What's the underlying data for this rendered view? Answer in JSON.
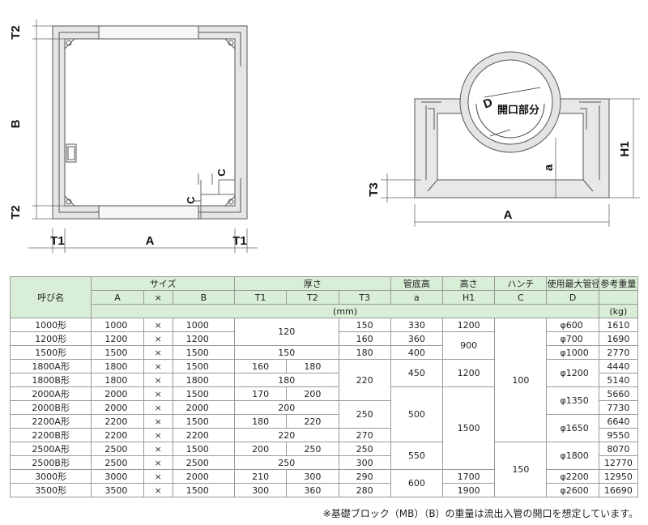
{
  "plan_view": {
    "label_T2_top": "T2",
    "label_B": "B",
    "label_T2_bottom": "T2",
    "label_T1_left": "T1",
    "label_A": "A",
    "label_T1_right": "T1",
    "label_C_a": "C",
    "label_C_b": "C"
  },
  "section_view": {
    "label_D": "D",
    "label_opening": "開口部分",
    "label_a": "a",
    "label_H1": "H1",
    "label_T3": "T3",
    "label_A": "A"
  },
  "table": {
    "header_group": {
      "name": "呼び名",
      "size": "サイズ",
      "thickness": "厚さ",
      "pipe_bottom": "管底高",
      "height": "高さ",
      "haunch": "ハンチ",
      "max_pipe": "使用最大管径",
      "weight": "参考重量"
    },
    "header_sub": {
      "A": "A",
      "x": "×",
      "B": "B",
      "T1": "T1",
      "T2": "T2",
      "T3": "T3",
      "a": "a",
      "H1": "H1",
      "C": "C",
      "D": "D"
    },
    "unit_mm": "(mm)",
    "unit_kg": "(kg)",
    "cross": "×",
    "rows": [
      {
        "name": "1000形",
        "A": "1000",
        "B": "1000",
        "weight": "1610"
      },
      {
        "name": "1200形",
        "A": "1200",
        "B": "1200",
        "weight": "1690"
      },
      {
        "name": "1500形",
        "A": "1500",
        "B": "1500",
        "weight": "2770"
      },
      {
        "name": "1800A形",
        "A": "1800",
        "B": "1500",
        "weight": "4440"
      },
      {
        "name": "1800B形",
        "A": "1800",
        "B": "1800",
        "weight": "5140"
      },
      {
        "name": "2000A形",
        "A": "2000",
        "B": "1500",
        "weight": "5660"
      },
      {
        "name": "2000B形",
        "A": "2000",
        "B": "2000",
        "weight": "7730"
      },
      {
        "name": "2200A形",
        "A": "2200",
        "B": "1500",
        "weight": "6640"
      },
      {
        "name": "2200B形",
        "A": "2200",
        "B": "2200",
        "weight": "9550"
      },
      {
        "name": "2500A形",
        "A": "2500",
        "B": "1500",
        "weight": "8070"
      },
      {
        "name": "2500B形",
        "A": "2500",
        "B": "2500",
        "weight": "12770"
      },
      {
        "name": "3000形",
        "A": "3000",
        "B": "2000",
        "weight": "12950"
      },
      {
        "name": "3500形",
        "A": "3500",
        "B": "1500",
        "weight": "16690"
      }
    ],
    "merged": {
      "t12_120": "120",
      "t12_150": "150",
      "t1_160": "160",
      "t2_180a": "180",
      "t12_180": "180",
      "t1_170": "170",
      "t2_200a": "200",
      "t12_200": "200",
      "t1_180": "180",
      "t2_220a": "220",
      "t12_220": "220",
      "t1_200": "200",
      "t2_250a": "250",
      "t12_250": "250",
      "t1_210": "210",
      "t2_300a": "300",
      "t1_300": "300",
      "t2_360": "360",
      "t3_150": "150",
      "t3_160": "160",
      "t3_180": "180",
      "t3_220": "220",
      "t3_250": "250",
      "t3_270": "270",
      "t3_250b": "250",
      "t3_300": "300",
      "t3_290": "290",
      "t3_280": "280",
      "a_330": "330",
      "a_360": "360",
      "a_400": "400",
      "a_450": "450",
      "a_500": "500",
      "a_550": "550",
      "a_600": "600",
      "h_1200a": "1200",
      "h_900": "900",
      "h_1200b": "1200",
      "h_1500": "1500",
      "h_1700": "1700",
      "h_1900": "1900",
      "c_100": "100",
      "c_150": "150",
      "d_600": "φ600",
      "d_700": "φ700",
      "d_1000": "φ1000",
      "d_1200": "φ1200",
      "d_1350": "φ1350",
      "d_1650": "φ1650",
      "d_1800": "φ1800",
      "d_2200": "φ2200",
      "d_2600": "φ2600"
    }
  },
  "note": "※基礎ブロック（MB）（B）の重量は流出入管の開口を想定しています。",
  "colors": {
    "header_bg": "#d8eed6",
    "drawing_fill": "#e8e8e8",
    "drawing_line": "#555555"
  }
}
